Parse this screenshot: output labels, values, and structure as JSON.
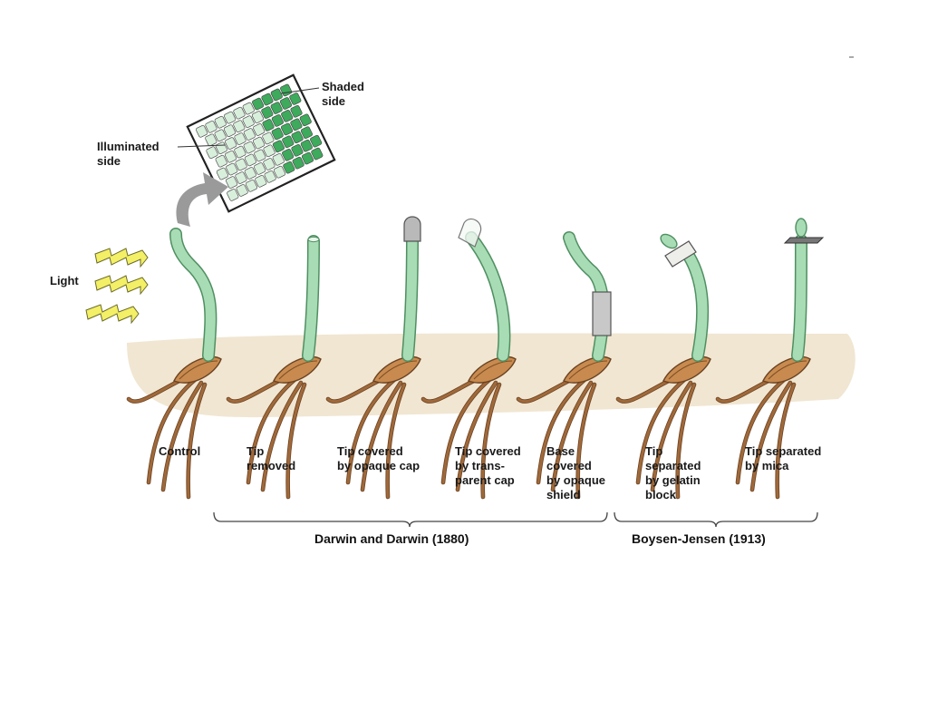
{
  "labels": {
    "light": "Light",
    "shaded_side": "Shaded\nside",
    "illuminated_side": "Illuminated\nside"
  },
  "seedlings": [
    {
      "id": "control",
      "label": "Control"
    },
    {
      "id": "tip-removed",
      "label": "Tip\nremoved"
    },
    {
      "id": "opaque-cap",
      "label": "Tip covered\nby opaque cap"
    },
    {
      "id": "transparent-cap",
      "label": "Tip covered\nby trans-\nparent cap"
    },
    {
      "id": "base-shield",
      "label": "Base\ncovered\nby opaque\nshield"
    },
    {
      "id": "gelatin-block",
      "label": "Tip\nseparated\nby gelatin\nblock"
    },
    {
      "id": "mica",
      "label": "Tip separated\nby mica"
    }
  ],
  "groups": [
    {
      "label": "Darwin and Darwin (1880)"
    },
    {
      "label": "Boysen-Jensen (1913)"
    }
  ],
  "colors": {
    "stem": "#a8dcb4",
    "stem_outline": "#4f8f62",
    "soil": "#f1e6d2",
    "seed": "#c88a4e",
    "root": "#a0693a",
    "lightning": "#f3ef66",
    "shaded_cells": "#3daa5c",
    "illuminated_cells": "#d8efdb",
    "arrow": "#9a9a9a",
    "cap_opaque": "#b9b9b9",
    "shield": "#c8c8c8"
  },
  "icons": [
    "lightning-bolt-icon",
    "curved-arrow-icon"
  ]
}
